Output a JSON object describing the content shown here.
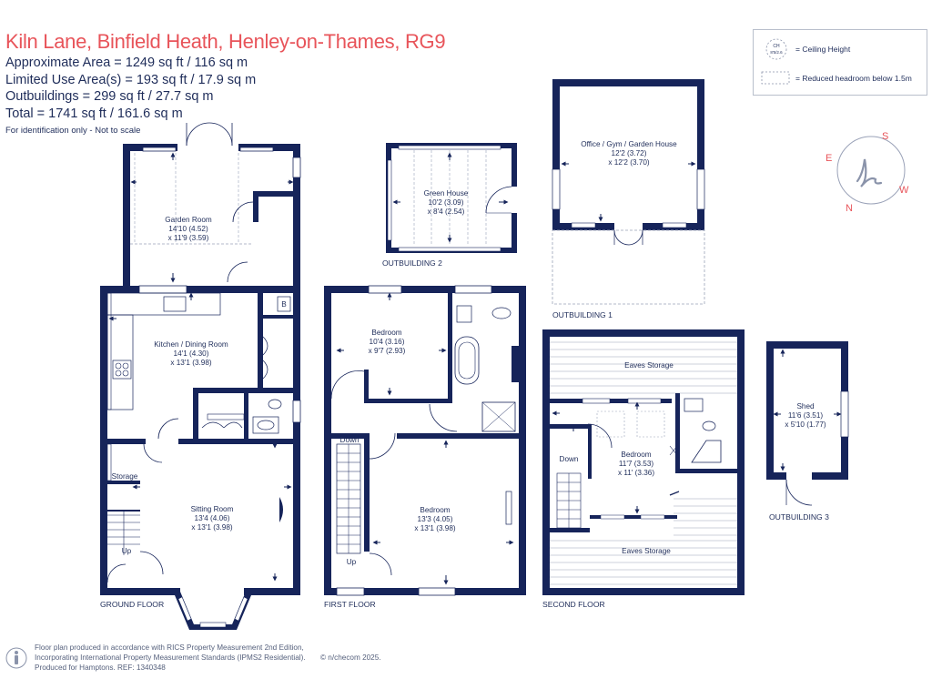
{
  "header": {
    "title": "Kiln Lane, Binfield Heath, Henley-on-Thames, RG9",
    "approx_area": "Approximate Area = 1249 sq ft / 116 sq m",
    "limited_use": "Limited Use Area(s) = 193 sq ft / 17.9 sq m",
    "outbuildings": "Outbuildings = 299 sq ft / 27.7 sq m",
    "total": "Total = 1741 sq ft / 161.6 sq m",
    "note": "For identification only - Not to scale"
  },
  "legend": {
    "ch_top": "CH",
    "ch_bottom": "8'5/2.6",
    "ceiling_label": "= Ceiling Height",
    "reduced_label": "= Reduced headroom below 1.5m"
  },
  "compass": {
    "s": "S",
    "w": "W",
    "n": "N",
    "e": "E"
  },
  "floors": {
    "ground": "GROUND FLOOR",
    "first": "FIRST FLOOR",
    "second": "SECOND FLOOR",
    "out1": "OUTBUILDING 1",
    "out2": "OUTBUILDING 2",
    "out3": "OUTBUILDING 3"
  },
  "rooms": {
    "garden_room": {
      "name": "Garden Room",
      "d1": "14'10 (4.52)",
      "d2": "x 11'9 (3.59)"
    },
    "kitchen": {
      "name": "Kitchen / Dining Room",
      "d1": "14'1 (4.30)",
      "d2": "x 13'1 (3.98)"
    },
    "sitting": {
      "name": "Sitting Room",
      "d1": "13'4 (4.06)",
      "d2": "x 13'1 (3.98)"
    },
    "storage": "Storage",
    "boiler": "B",
    "up_ground": "Up",
    "bed1": {
      "name": "Bedroom",
      "d1": "10'4 (3.16)",
      "d2": "x 9'7 (2.93)"
    },
    "bed2": {
      "name": "Bedroom",
      "d1": "13'3 (4.05)",
      "d2": "x 13'1 (3.98)"
    },
    "down_first": "Down",
    "up_first": "Up",
    "green_house": {
      "name": "Green House",
      "d1": "10'2 (3.09)",
      "d2": "x 8'4 (2.54)"
    },
    "office": {
      "name": "Office / Gym / Garden House",
      "d1": "12'2 (3.72)",
      "d2": "x 12'2 (3.70)"
    },
    "eaves_top": "Eaves Storage",
    "eaves_bottom": "Eaves Storage",
    "bed3": {
      "name": "Bedroom",
      "d1": "11'7 (3.53)",
      "d2": "x 11' (3.36)"
    },
    "down_second": "Down",
    "shed": {
      "name": "Shed",
      "d1": "11'6 (3.51)",
      "d2": "x 5'10 (1.77)"
    }
  },
  "footer": {
    "line1": "Floor plan produced in accordance with RICS Property Measurement 2nd Edition,",
    "line2": "Incorporating International Property Measurement Standards (IPMS2 Residential).",
    "line3": "Produced for Hamptons.   REF:  1340348",
    "brand": "© n/checom  2025."
  },
  "colors": {
    "wall": "#16245a",
    "accent": "#e8545a",
    "text": "#1f2d5a"
  }
}
